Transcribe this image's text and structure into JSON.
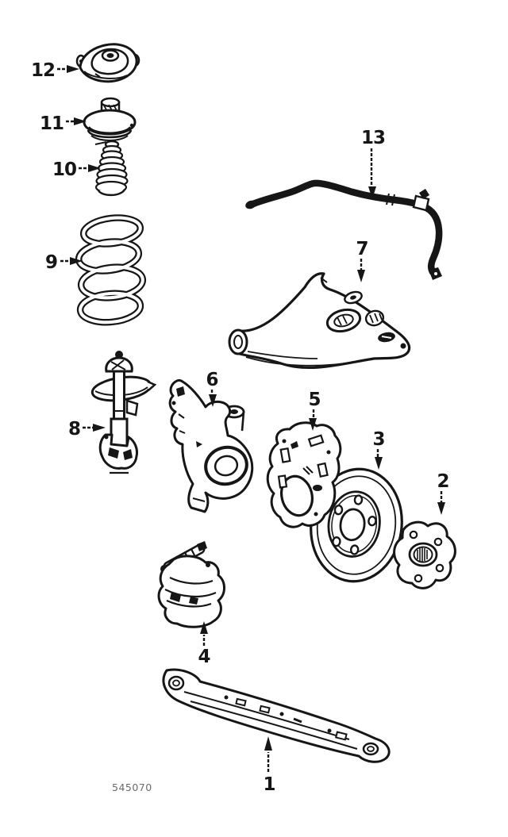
{
  "colors": {
    "background": "#ffffff",
    "ink": "#161616",
    "figure_code_text": "#6a6a6a"
  },
  "figure": {
    "code": "545070",
    "type": "exploded-parts-diagram",
    "subject": "Front suspension and brake assembly",
    "callouts": [
      {
        "number": "1",
        "part": "suspension-crossmember"
      },
      {
        "number": "2",
        "part": "wheel-hub"
      },
      {
        "number": "3",
        "part": "brake-rotor"
      },
      {
        "number": "4",
        "part": "brake-caliper"
      },
      {
        "number": "5",
        "part": "brake-splash-shield"
      },
      {
        "number": "6",
        "part": "steering-knuckle"
      },
      {
        "number": "7",
        "part": "lower-control-arm"
      },
      {
        "number": "8",
        "part": "strut-assembly"
      },
      {
        "number": "9",
        "part": "coil-spring"
      },
      {
        "number": "10",
        "part": "strut-dust-boot"
      },
      {
        "number": "11",
        "part": "upper-spring-seat"
      },
      {
        "number": "12",
        "part": "strut-mount"
      },
      {
        "number": "13",
        "part": "stabilizer-bar"
      }
    ]
  }
}
